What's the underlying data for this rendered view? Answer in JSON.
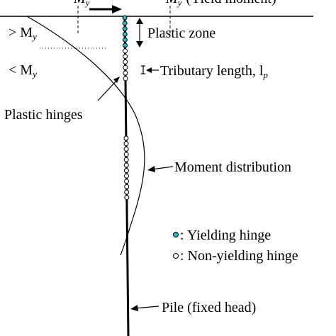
{
  "top_labels": {
    "left_fragment": "M",
    "left_sub": "y",
    "right_fragment": "M",
    "right_sub": "y",
    "right_text": "(Yield moment)"
  },
  "left_labels": {
    "greater": "> M",
    "greater_sub": "y",
    "less": "< M",
    "less_sub": "y"
  },
  "callouts": {
    "plastic_zone": "Plastic zone",
    "tributary_length": "Tributary length, l",
    "tributary_sub": "p",
    "plastic_hinges": "Plastic hinges",
    "moment_distribution": "Moment distribution",
    "pile": "Pile (fixed head)"
  },
  "legend": {
    "yielding": ": Yielding hinge",
    "non_yielding": ": Non-yielding hinge"
  },
  "colors": {
    "yielding_hinge": "#2bb7c2",
    "non_yielding_hinge": "#ffffff",
    "line": "#000000"
  }
}
